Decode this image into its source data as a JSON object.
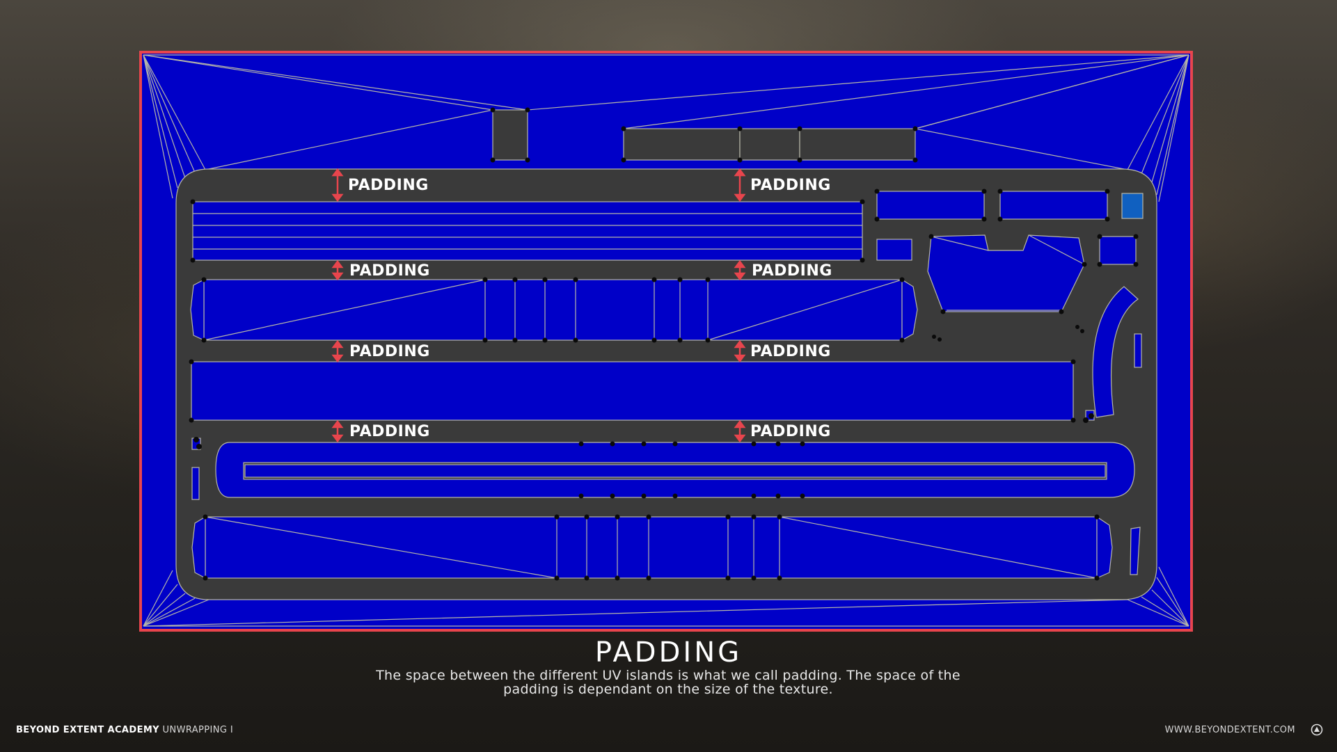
{
  "title": "PADDING",
  "description": "The space between the different UV islands is what we call padding. The space of the padding is dependant on the size of the texture.",
  "padding_label": "PADDING",
  "footer": {
    "brand": "BEYOND EXTENT ACADEMY",
    "course": "UNWRAPPING I",
    "website": "WWW.BEYONDEXTENT.COM"
  },
  "colors": {
    "uv_fill": "#0000c8",
    "uv_space": "#3a3a3a",
    "border": "#e8454d",
    "arrow": "#e8454d",
    "wire": "#b7b7a8"
  },
  "icons": [
    "padding-arrow-icon",
    "brand-logo-icon"
  ]
}
